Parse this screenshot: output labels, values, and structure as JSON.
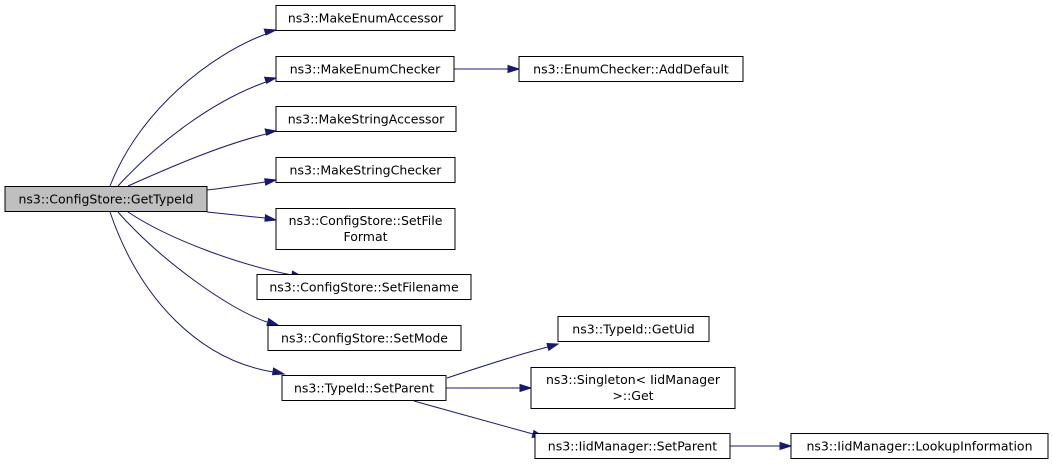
{
  "graph": {
    "nodes": {
      "root": "ns3::ConfigStore::GetTypeId",
      "make_enum_accessor": "ns3::MakeEnumAccessor",
      "make_enum_checker": "ns3::MakeEnumChecker",
      "enum_checker_add_default": "ns3::EnumChecker::AddDefault",
      "make_string_accessor": "ns3::MakeStringAccessor",
      "make_string_checker": "ns3::MakeStringChecker",
      "set_file_format": [
        "ns3::ConfigStore::SetFile",
        "Format"
      ],
      "set_filename": "ns3::ConfigStore::SetFilename",
      "set_mode": "ns3::ConfigStore::SetMode",
      "typeid_set_parent": "ns3::TypeId::SetParent",
      "typeid_get_uid": "ns3::TypeId::GetUid",
      "singleton_get": [
        "ns3::Singleton< IidManager",
        ">::Get"
      ],
      "iid_manager_set_parent": "ns3::IidManager::SetParent",
      "iid_manager_lookup": "ns3::IidManager::LookupInformation"
    },
    "colors": {
      "edge": "#191970",
      "root_fill": "#bfbfbf",
      "node_fill": "#ffffff",
      "border": "#000000"
    }
  }
}
